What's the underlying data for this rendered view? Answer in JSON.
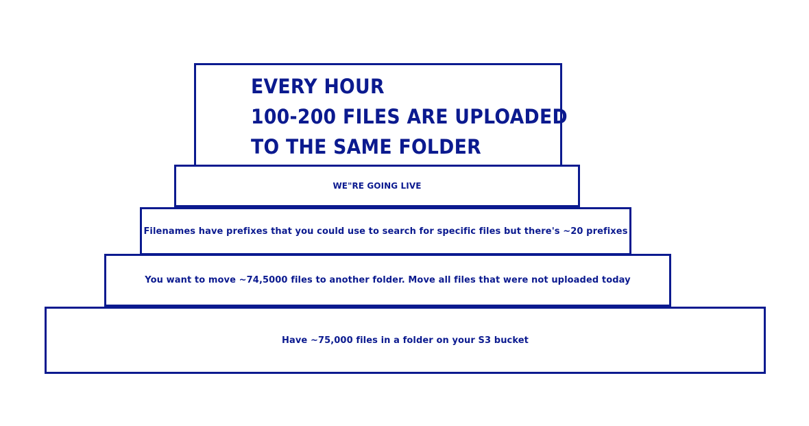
{
  "pyramid": {
    "tiers": [
      {
        "lines": [
          "EVERY HOUR",
          "100-200 FILES ARE UPLOADED",
          "TO THE SAME FOLDER"
        ]
      },
      {
        "label": "WE\"RE GOING LIVE"
      },
      {
        "label": "Filenames have prefixes that you could use to search for specific files but there's ~20 prefixes"
      },
      {
        "label": "You want to move ~74,5000 files to another folder. Move all files that were not uploaded today"
      },
      {
        "label": "Have ~75,000 files in a folder on your S3 bucket"
      }
    ]
  },
  "colors": {
    "stroke": "#0b1a8f",
    "text": "#0b1a8f",
    "background": "#ffffff"
  }
}
